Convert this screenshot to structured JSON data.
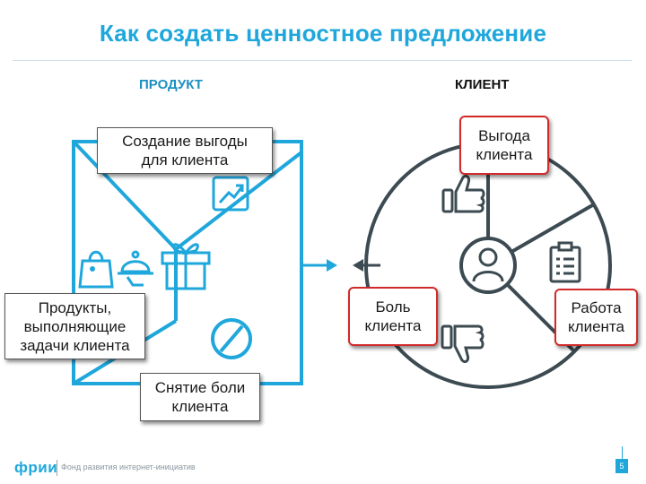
{
  "title": "Как создать ценностное предложение",
  "headers": {
    "product": "ПРОДУКТ",
    "client": "КЛИЕНТ"
  },
  "product_side": {
    "gain_creators": "Создание выгоды\nдля клиента",
    "products_services": "Продукты,\nвыполняющие\nзадачи клиента",
    "pain_relievers": "Снятие боли\nклиента"
  },
  "client_side": {
    "gains": "Выгода\nклиента",
    "pains": "Боль\nклиента",
    "jobs": "Работа\nклиента"
  },
  "icons": [
    "chart-up-icon",
    "shopping-bag-icon",
    "cloche-service-icon",
    "gift-icon",
    "pill-icon",
    "thumbs-up-icon",
    "thumbs-down-icon",
    "user-icon",
    "clipboard-icon"
  ],
  "colors": {
    "accent": "#1fa7dc",
    "highlight_border": "#d12a2a",
    "circle": "#3c4a52"
  },
  "footer": {
    "logo": "фрии",
    "fund": "Фонд развития интернет-инициатив",
    "page": "5"
  }
}
